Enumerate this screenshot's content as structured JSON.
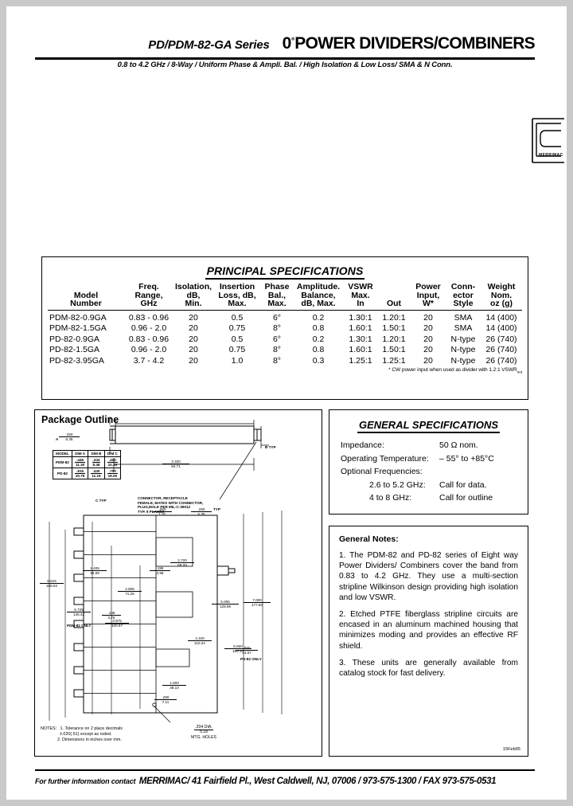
{
  "header": {
    "series": "PD/PDM-82-GA Series",
    "zero": "0",
    "degree": "°",
    "title": "POWER DIVIDERS/COMBINERS",
    "subtitle": "0.8 to 4.2 GHz / 8-Way / Uniform Phase & Ampli. Bal. / High Isolation & Low Loss/ SMA & N Conn."
  },
  "logo": {
    "name": "merrimac-logo",
    "caption": "MERRIMAC"
  },
  "principal_specifications": {
    "title": "PRINCIPAL SPECIFICATIONS",
    "columns": [
      "Model\nNumber",
      "Freq.\nRange,\nGHz",
      "Isolation,\ndB,\nMin.",
      "Insertion\nLoss, dB,\nMax.",
      "Phase\nBal.,\nMax.",
      "Amplitude.\nBalance,\ndB, Max.",
      "VSWR\nMax.\nIn",
      "\n\nOut",
      "Power\nInput,\nW*",
      "Conn-\nector\nStyle",
      "Weight\nNom.\noz (g)"
    ],
    "rows": [
      {
        "model": "PDM-82-0.9GA",
        "freq_range": "0.83 - 0.96",
        "isolation": "20",
        "insertion_loss": "0.5",
        "phase_bal": "6°",
        "amplitude_balance": "0.2",
        "vswr_in": "1.30:1",
        "vswr_out": "1.20:1",
        "power_input": "20",
        "connector_style": "SMA",
        "weight": "14 (400)"
      },
      {
        "model": "PDM-82-1.5GA",
        "freq_range": "0.96 - 2.0",
        "isolation": "20",
        "insertion_loss": "0.75",
        "phase_bal": "8°",
        "amplitude_balance": "0.8",
        "vswr_in": "1.60:1",
        "vswr_out": "1.50:1",
        "power_input": "20",
        "connector_style": "SMA",
        "weight": "14 (400)"
      },
      {
        "model": "PD-82-0.9GA",
        "freq_range": "0.83 - 0.96",
        "isolation": "20",
        "insertion_loss": "0.5",
        "phase_bal": "6°",
        "amplitude_balance": "0.2",
        "vswr_in": "1.30:1",
        "vswr_out": "1.20:1",
        "power_input": "20",
        "connector_style": "N-type",
        "weight": "26 (740)"
      },
      {
        "model": "PD-82-1.5GA",
        "freq_range": "0.96 - 2.0",
        "isolation": "20",
        "insertion_loss": "0.75",
        "phase_bal": "8°",
        "amplitude_balance": "0.8",
        "vswr_in": "1.60:1",
        "vswr_out": "1.50:1",
        "power_input": "20",
        "connector_style": "N-type",
        "weight": "26 (740)"
      },
      {
        "model": "PD-82-3.95GA",
        "freq_range": "3.7 - 4.2",
        "isolation": "20",
        "insertion_loss": "1.0",
        "phase_bal": "8°",
        "amplitude_balance": "0.3",
        "vswr_in": "1.25:1",
        "vswr_out": "1.25:1",
        "power_input": "20",
        "connector_style": "N-type",
        "weight": "26 (740)"
      }
    ],
    "footnote_pre": "* CW power input when used as divider with 1.2:1 VSWR",
    "footnote_sub": "out"
  },
  "package_outline": {
    "title": "Package\nOutline",
    "dim_table": {
      "headers": [
        "MODEL",
        "DIM A",
        "DIM B",
        "DIM C"
      ],
      "rows": [
        {
          "model": "PDM-82",
          "a_n": ".445",
          "a_d": "11.30",
          "b_n": ".333",
          "b_d": "8.46",
          "c_n": ".400",
          "c_d": "10.16"
        },
        {
          "model": "PD-82",
          "a_n": ".815",
          "a_d": "20.75",
          "b_n": ".430",
          "b_d": "11.19",
          "c_n": ".750",
          "c_d": "19.05"
        }
      ]
    },
    "labels": {
      "dim_a_caption": "A",
      "dim_c_typ": "C TYP",
      "b_typ": "B TYP",
      "connector_note": "CONNECTOR, RECEPTACLE\nFEMALE, MATES WITH CONNECTOR,\nPLUG,MALE PER MIL-C-39012\nTYP. 9 PLACES",
      "pdm_only": "PDM-82 ONLY",
      "pd_only": "PD-82 ONLY",
      "mtg_holes": "MTG. HOLES",
      "hole_dim_n": ".204 DIA.",
      "hole_dim_d": "5.18",
      "typ_label": "TYP"
    },
    "dims": [
      {
        "n": "3.330",
        "d": "84.71"
      },
      {
        "n": "6.615",
        "d": "168.02"
      },
      {
        "n": "5.725",
        "d": "145.42"
      },
      {
        "n": "1.405",
        "d": "35.69"
      },
      {
        "n": "2.805",
        "d": "71.25"
      },
      {
        "n": "3.975",
        "d": "100.97"
      },
      {
        "n": ".196",
        "d": "4.98"
      },
      {
        "n": "2.720",
        "d": "69.09"
      },
      {
        "n": ".250",
        "d": "6.35"
      },
      {
        "n": ".060",
        "d": "1.52"
      },
      {
        "n": "5.065",
        "d": "128.65"
      },
      {
        "n": "7.000",
        "d": "177.80"
      },
      {
        "n": "6.500",
        "d": "165.10"
      },
      {
        "n": "4.340",
        "d": "110.24"
      },
      {
        "n": "1.500",
        "d": "38.10"
      },
      {
        "n": ".148",
        "d": "3.76"
      },
      {
        "n": ".550",
        "d": "13.97"
      },
      {
        "n": ".280",
        "d": "7.11"
      }
    ],
    "notes": "NOTES:   1. Tolerance on 2 place decimals\n                ±.020(.51) except as noted.\n              2. Dimensions in inches over mm."
  },
  "general_specifications": {
    "title": "GENERAL SPECIFICATIONS",
    "rows": [
      {
        "key": "Impedance:",
        "value": "50 Ω nom.",
        "indent": false
      },
      {
        "key": "Operating Temperature:",
        "value": "– 55° to +85°C",
        "indent": false
      },
      {
        "key": "Optional Frequencies:",
        "value": "",
        "indent": false
      },
      {
        "key": "2.6 to 5.2 GHz:",
        "value": "Call for data.",
        "indent": true
      },
      {
        "key": "4 to 8 GHz:",
        "value": "Call for outline",
        "indent": true
      }
    ]
  },
  "general_notes": {
    "title": "General Notes:",
    "notes": [
      "1. The PDM-82 and PD-82 series of Eight way Power Dividers/ Combiners cover the band from 0.83 to 4.2 GHz. They use a multi-section stripline Wilkinson design providing high isolation and low VSWR.",
      "2. Etched PTFE fiberglass stripline circuits are encased in an aluminum machined housing that minimizes moding and provides an effective RF shield.",
      "3. These units are generally available from catalog stock for fast delivery."
    ],
    "date_stamp": "15Feb95"
  },
  "footer": {
    "prefix": "For further information contact",
    "contact": "MERRIMAC/ 41 Fairfield Pl., West Caldwell, NJ, 07006 /  973-575-1300 / FAX 973-575-0531"
  }
}
